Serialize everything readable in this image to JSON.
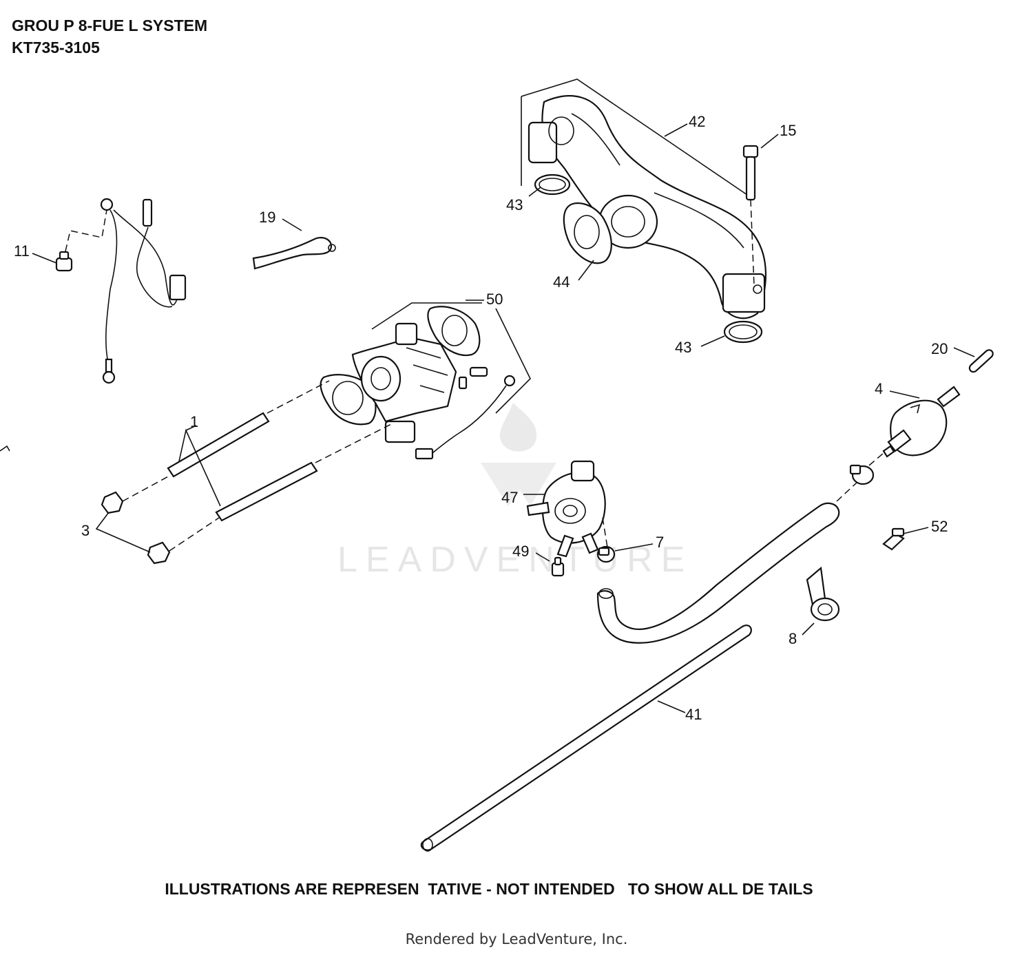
{
  "header": {
    "title": "GROU P 8-FUE L SYSTEM",
    "model": "KT735-3105"
  },
  "watermark": "LEADVENTURE",
  "callouts": {
    "c1": "1",
    "c3": "3",
    "c4": "4",
    "c7": "7",
    "c8": "8",
    "c11": "11",
    "c15": "15",
    "c19": "19",
    "c20": "20",
    "c41": "41",
    "c42": "42",
    "c43a": "43",
    "c43b": "43",
    "c44": "44",
    "c47": "47",
    "c49": "49",
    "c50": "50",
    "c52": "52"
  },
  "footer": {
    "disclaimer": "ILLUSTRATIONS ARE REPRESEN  TATIVE - NOT INTENDED   TO SHOW ALL DE TAILS",
    "credit": "Rendered by LeadVenture, Inc."
  }
}
